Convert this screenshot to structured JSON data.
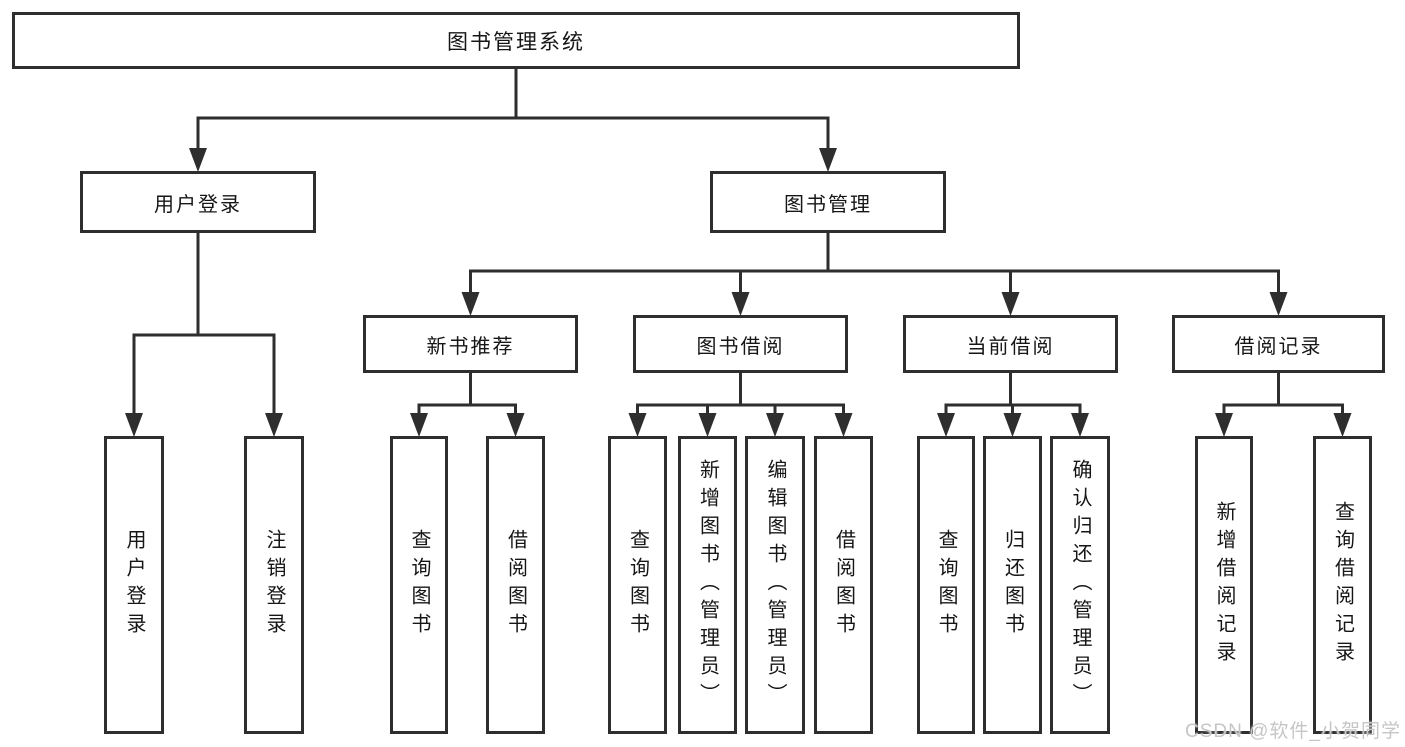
{
  "diagram_title": "图书管理系统",
  "nodes": {
    "root": {
      "label": "图书管理系统"
    },
    "grp_user": {
      "label": "用户登录"
    },
    "grp_book": {
      "label": "图书管理"
    },
    "sec_new": {
      "label": "新书推荐"
    },
    "sec_borrow": {
      "label": "图书借阅"
    },
    "sec_current": {
      "label": "当前借阅"
    },
    "sec_record": {
      "label": "借阅记录"
    },
    "leaf_user_login": {
      "label": "用户登录"
    },
    "leaf_logout": {
      "label": "注销登录"
    },
    "leaf_nb_query": {
      "label": "查询图书"
    },
    "leaf_nb_borrow": {
      "label": "借阅图书"
    },
    "leaf_bb_query": {
      "label": "查询图书"
    },
    "leaf_bb_add": {
      "label": "新增图书（管理员）"
    },
    "leaf_bb_edit": {
      "label": "编辑图书（管理员）"
    },
    "leaf_bb_borrow": {
      "label": "借阅图书"
    },
    "leaf_cb_query": {
      "label": "查询图书"
    },
    "leaf_cb_return": {
      "label": "归还图书"
    },
    "leaf_cb_confirm": {
      "label": "确认归还（管理员）"
    },
    "leaf_br_add": {
      "label": "新增借阅记录"
    },
    "leaf_br_query": {
      "label": "查询借阅记录"
    }
  },
  "hierarchy": {
    "root": "图书管理系统",
    "children": [
      {
        "label": "用户登录",
        "children": [
          "用户登录",
          "注销登录"
        ]
      },
      {
        "label": "图书管理",
        "children": [
          {
            "label": "新书推荐",
            "children": [
              "查询图书",
              "借阅图书"
            ]
          },
          {
            "label": "图书借阅",
            "children": [
              "查询图书",
              "新增图书（管理员）",
              "编辑图书（管理员）",
              "借阅图书"
            ]
          },
          {
            "label": "当前借阅",
            "children": [
              "查询图书",
              "归还图书",
              "确认归还（管理员）"
            ]
          },
          {
            "label": "借阅记录",
            "children": [
              "新增借阅记录",
              "查询借阅记录"
            ]
          }
        ]
      }
    ]
  },
  "watermark": "CSDN @软件_小贺同学",
  "colors": {
    "line": "#2e2e2e",
    "border": "#2e2e2e",
    "text": "#161616",
    "background": "#ffffff",
    "watermark": "#c6c6c6"
  }
}
